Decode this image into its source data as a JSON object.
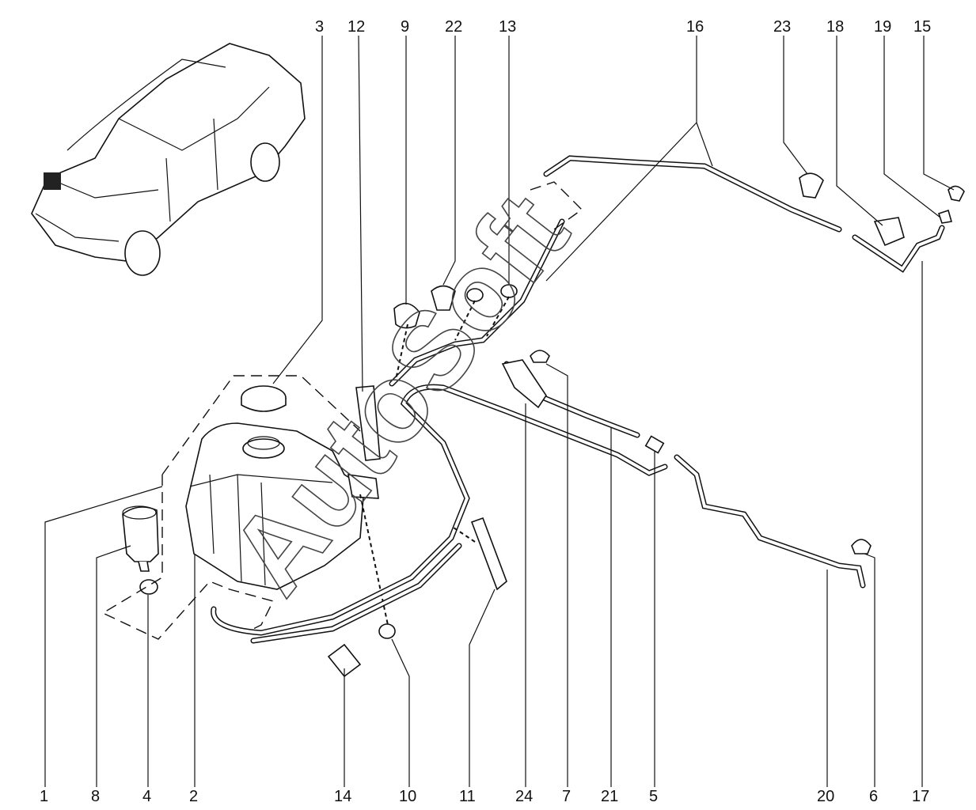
{
  "watermark": "AutoSoft",
  "top_callouts": [
    "3",
    "12",
    "9",
    "22",
    "13",
    "16",
    "23",
    "18",
    "19",
    "15"
  ],
  "bottom_callouts": [
    "1",
    "8",
    "4",
    "2",
    "14",
    "10",
    "11",
    "24",
    "7",
    "21",
    "5",
    "20",
    "6",
    "17"
  ]
}
